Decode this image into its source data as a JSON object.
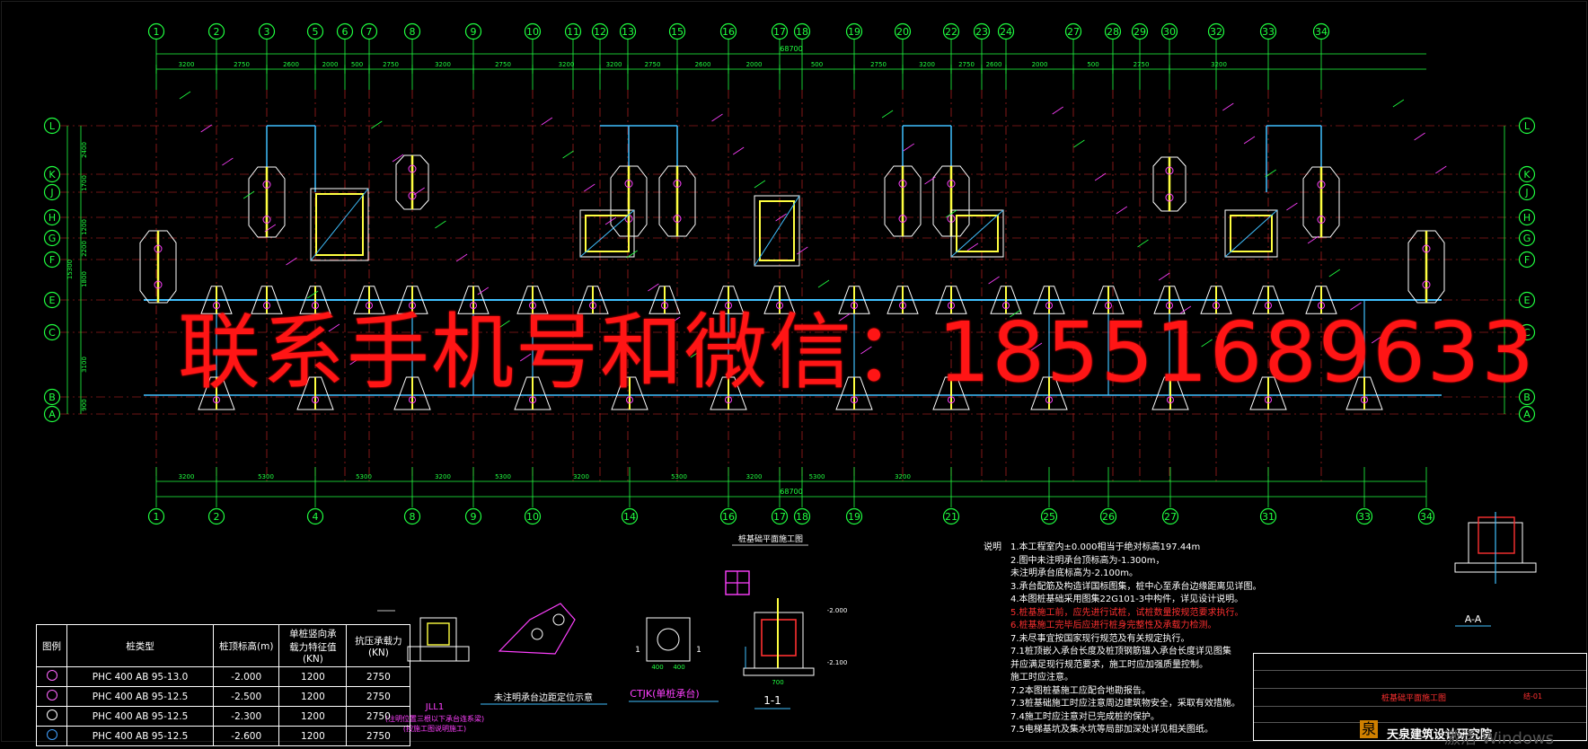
{
  "window": {
    "title": "CAD drawing viewer"
  },
  "grid": {
    "top_axes": [
      "1",
      "2",
      "3",
      "5",
      "6",
      "7",
      "8",
      "9",
      "10",
      "11",
      "12",
      "13",
      "15",
      "16",
      "17",
      "18",
      "19",
      "20",
      "22",
      "23",
      "24",
      "27",
      "28",
      "29",
      "30",
      "32",
      "33",
      "34"
    ],
    "bottom_axes": [
      "1",
      "2",
      "4",
      "8",
      "9",
      "10",
      "14",
      "16",
      "17",
      "18",
      "19",
      "21",
      "25",
      "26",
      "27",
      "31",
      "33",
      "34"
    ],
    "row_axes": [
      "L",
      "K",
      "J",
      "H",
      "G",
      "F",
      "E",
      "C",
      "B",
      "A"
    ],
    "overall_dim_top": "68700",
    "overall_dim_bottom": "68700",
    "top_spans": [
      "3200",
      "2750",
      "2600",
      "2000",
      "500",
      "2750",
      "3200",
      "2750",
      "3200",
      "3200",
      "2750",
      "2600",
      "2000",
      "500",
      "2750",
      "3200",
      "2750",
      "2600",
      "2000",
      "500",
      "2750",
      "3200"
    ],
    "bottom_spans": [
      "3200",
      "5300",
      "5300",
      "3200",
      "5300",
      "3200",
      "5300",
      "3200",
      "5300",
      "3200"
    ],
    "left_dims": [
      "2400",
      "1700",
      "1200",
      "2200",
      "1800",
      "3100",
      "900"
    ],
    "left_total": "15300"
  },
  "watermark": "联系手机号和微信：18551689633",
  "drawing_title": "桩基础平面施工图",
  "details": {
    "jll1_label": "JLL1",
    "jll1_note1": "(注明位置三根以下承台连系梁)",
    "jll1_note2": "(按施工图说明施工)",
    "offset_caption": "未注明承台边距定位示意",
    "ctj_caption": "CTJK(单桩承台)",
    "section_1_1": "1-1",
    "section_a_a": "A-A",
    "dim_400": "400",
    "dim_700": "700",
    "dim_1": "1",
    "elev_2100": "-2.100",
    "elev_2000": "-2.000"
  },
  "notes": {
    "heading": "说明",
    "lines": [
      {
        "text": "1.本工程室内±0.000相当于绝对标高197.44m",
        "red": false
      },
      {
        "text": "2.图中未注明承台顶标高为-1.300m，",
        "red": false
      },
      {
        "text": "  未注明承台底标高为-2.100m。",
        "red": false
      },
      {
        "text": "3.承台配筋及构造详国标图集，桩中心至承台边缘距离见详图。",
        "red": false
      },
      {
        "text": "4.本图桩基础采用图集22G101-3中构件，详见设计说明。",
        "red": false
      },
      {
        "text": "5.桩基施工前，应先进行试桩，试桩数量按规范要求执行。",
        "red": true
      },
      {
        "text": "6.桩基施工完毕后应进行桩身完整性及承载力检测。",
        "red": true
      },
      {
        "text": "7.未尽事宜按国家现行规范及有关规定执行。",
        "red": false
      },
      {
        "text": "7.1桩顶嵌入承台长度及桩顶钢筋锚入承台长度详见图集",
        "red": false
      },
      {
        "text": "   并应满足现行规范要求，施工时应加强质量控制。",
        "red": false
      },
      {
        "text": "   施工时应注意。",
        "red": false
      },
      {
        "text": "7.2本图桩基施工应配合地勘报告。",
        "red": false
      },
      {
        "text": "7.3桩基础施工时应注意周边建筑物安全，采取有效措施。",
        "red": false
      },
      {
        "text": "7.4施工时应注意对已完成桩的保护。",
        "red": false
      },
      {
        "text": "7.5电梯基坑及集水坑等局部加深处详见相关图纸。",
        "red": false
      }
    ]
  },
  "legend": {
    "headers": [
      "图例",
      "桩类型",
      "桩顶标高(m)",
      "单桩竖向承载力特征值(KN)",
      "抗压承载力(KN)"
    ],
    "rows": [
      {
        "type": "PHC 400 AB 95-13.0",
        "elev": "-2.000",
        "cap": "1200",
        "load": "2750",
        "color": "#ff66ff"
      },
      {
        "type": "PHC 400 AB 95-12.5",
        "elev": "-2.500",
        "cap": "1200",
        "load": "2750",
        "color": "#ff66ff"
      },
      {
        "type": "PHC 400 AB 95-12.5",
        "elev": "-2.300",
        "cap": "1200",
        "load": "2750",
        "color": "#ffffff"
      },
      {
        "type": "PHC 400 AB 95-12.5",
        "elev": "-2.600",
        "cap": "1200",
        "load": "2750",
        "color": "#40a0ff"
      }
    ]
  },
  "title_block": {
    "company": "天泉建筑设计研究院",
    "drawing_name": "桩基础平面施工图",
    "sheet_no": "结-01",
    "stamp": "泉"
  },
  "windows_activation": "激活 Windows",
  "colors": {
    "axis_green": "#20ff40",
    "grid_red": "#ff3030",
    "wall_cyan": "#40c0ff",
    "label_magenta": "#ff40ff",
    "pile_white": "#ffffff",
    "text_yellow": "#ffff40"
  }
}
